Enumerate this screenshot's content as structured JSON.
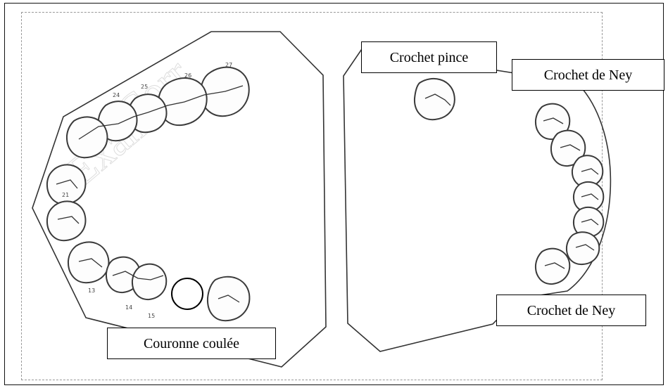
{
  "labels": {
    "crochet_pince": "Crochet pince",
    "crochet_ney_top": "Crochet de Ney",
    "crochet_ney_bottom": "Crochet de Ney",
    "couronne_coulee": "Couronne coulée"
  },
  "watermark": {
    "line1": "d'Examen",
    "line2": "Corr"
  },
  "colors": {
    "outline": "#333333",
    "label_border": "#000000",
    "background": "#ffffff"
  }
}
